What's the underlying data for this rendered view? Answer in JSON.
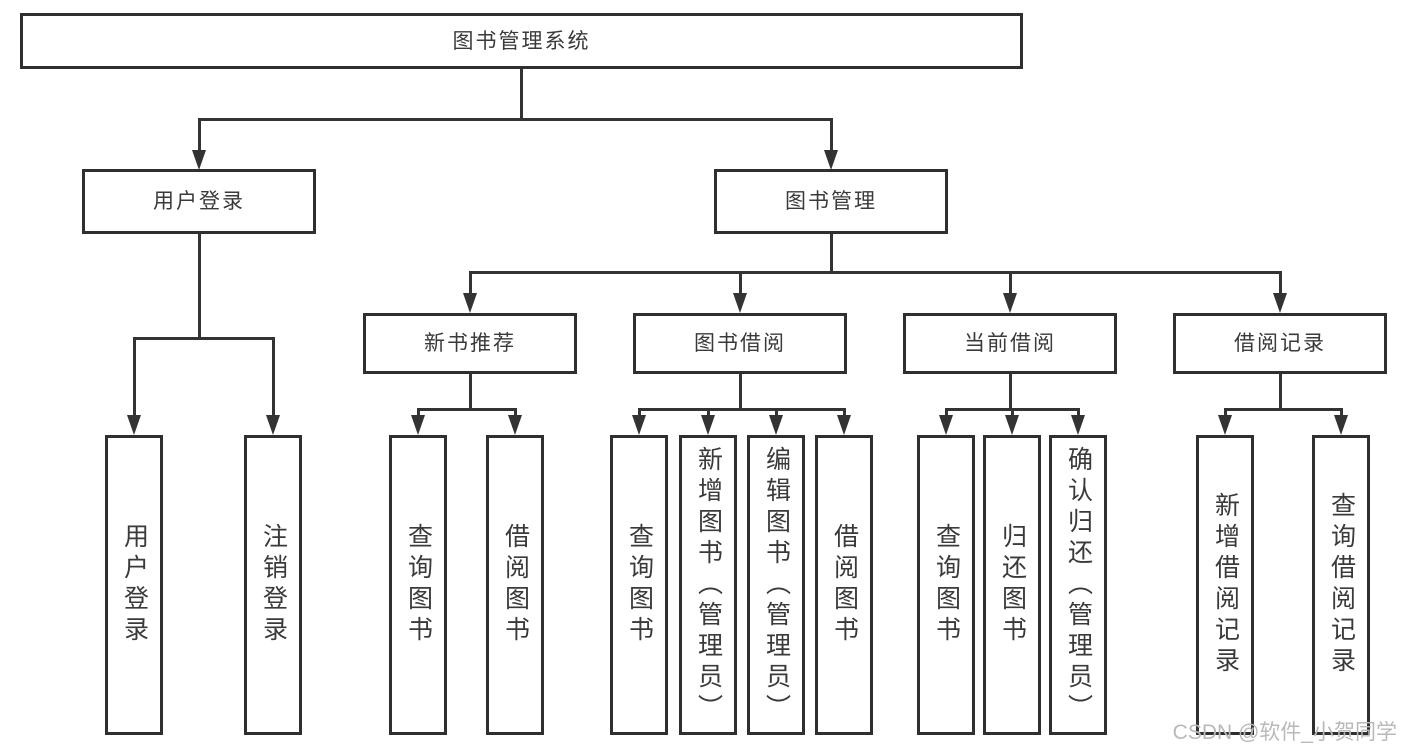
{
  "diagram": {
    "root": {
      "label": "图书管理系统"
    },
    "level2": [
      {
        "label": "用户登录"
      },
      {
        "label": "图书管理"
      }
    ],
    "level3": [
      {
        "label": "新书推荐"
      },
      {
        "label": "图书借阅"
      },
      {
        "label": "当前借阅"
      },
      {
        "label": "借阅记录"
      }
    ],
    "leaves": {
      "user_login": [
        "用户登录",
        "注销登录"
      ],
      "new_book": [
        "查询图书",
        "借阅图书"
      ],
      "book_borrow": [
        "查询图书",
        "新增图书（管理员）",
        "编辑图书（管理员）",
        "借阅图书"
      ],
      "current_borrow": [
        "查询图书",
        "归还图书",
        "确认归还（管理员）"
      ],
      "borrow_record": [
        "新增借阅记录",
        "查询借阅记录"
      ]
    },
    "watermark": "CSDN @软件_小贺同学",
    "colors": {
      "line": "#333333",
      "box_border": "#2f2f2f",
      "text": "#3a3a3a",
      "background": "#ffffff",
      "watermark": "#b9b9b9"
    }
  }
}
